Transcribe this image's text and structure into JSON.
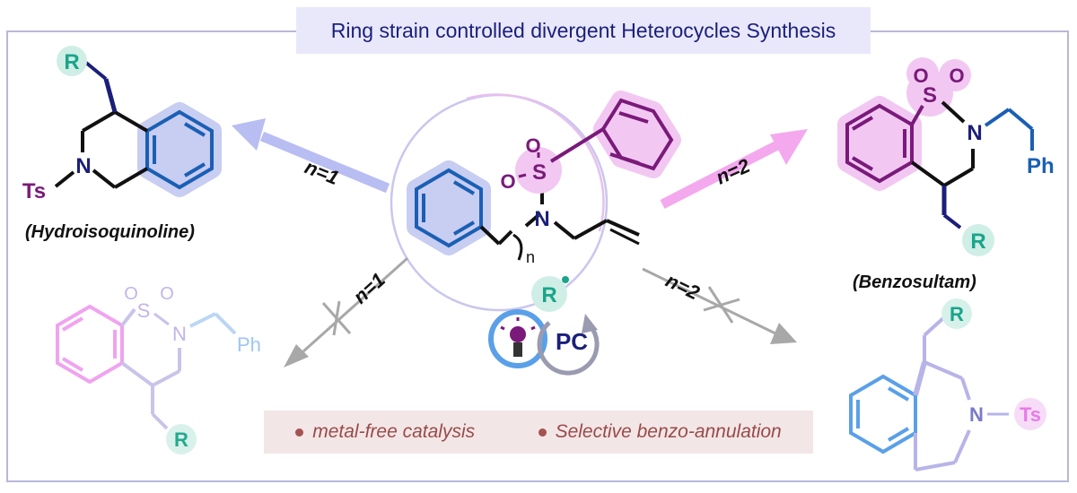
{
  "title": "Ring strain controlled divergent Heterocycles Synthesis",
  "left_product": {
    "caption": "(Hydroisoquinoline)",
    "group_R": "R",
    "group_N": "N",
    "group_Ts": "Ts"
  },
  "right_product": {
    "caption": "(Benzosultam)",
    "group_R": "R",
    "group_S": "S",
    "group_N": "N",
    "group_O1": "O",
    "group_O2": "O",
    "group_Ph": "Ph"
  },
  "substrate": {
    "group_S": "S",
    "group_N": "N",
    "group_O1": "O",
    "group_O2": "O",
    "subscript": "n"
  },
  "catalysis": {
    "radical": "R",
    "catalyst": "PC"
  },
  "arrows": {
    "top_left": "n=1",
    "top_right": "n=2",
    "bottom_left": "n=1",
    "bottom_right": "n=2"
  },
  "bl_product": {
    "group_S": "S",
    "group_N": "N",
    "group_O1": "O",
    "group_O2": "O",
    "group_Ph": "Ph",
    "group_R": "R"
  },
  "br_product": {
    "group_R": "R",
    "group_N": "N",
    "group_Ts": "Ts"
  },
  "features": [
    "metal-free catalysis",
    "Selective benzo-annulation"
  ],
  "colors": {
    "blue": "#1a5fb4",
    "purple": "#7a1a7a",
    "teal": "#1aa58a",
    "pink_glow": "#f2c8f2",
    "blue_glow": "#c8cdf2",
    "navy": "#1b1f7a"
  }
}
